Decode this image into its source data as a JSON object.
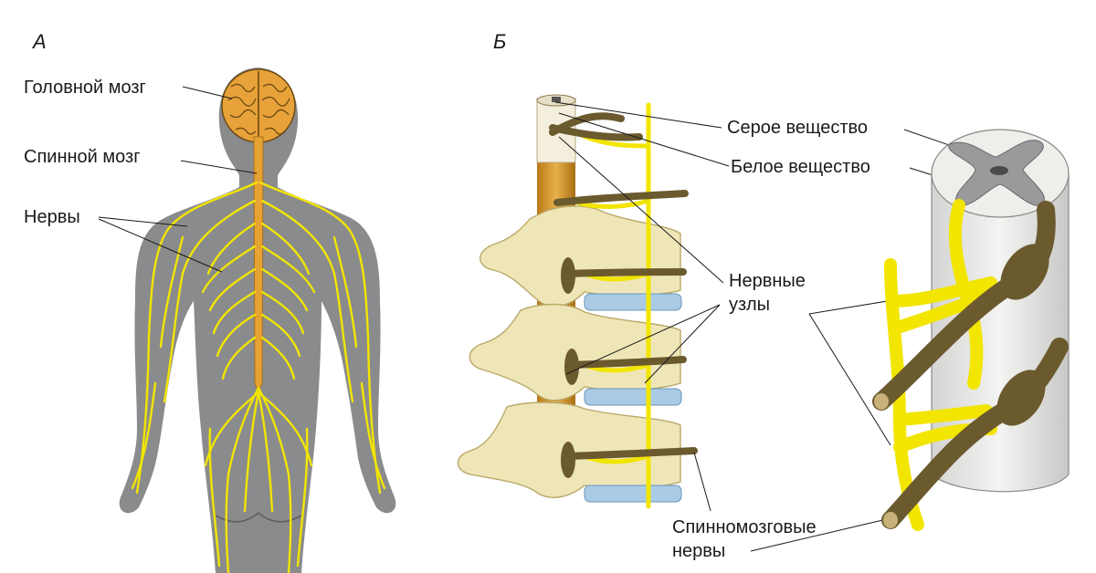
{
  "panels": {
    "a": "А",
    "b": "Б"
  },
  "labels": {
    "brain": "Головной мозг",
    "spinal_cord": "Спинной мозг",
    "nerves": "Нервы",
    "gray_matter": "Серое вещество",
    "white_matter": "Белое вещество",
    "ganglia_line1": "Нервные",
    "ganglia_line2": "узлы",
    "spinal_nerves_line1": "Спинномозговые",
    "spinal_nerves_line2": "нервы"
  },
  "colors": {
    "body": "#8a8b8d",
    "nerve": "#f2e500",
    "cord": "#e6a233",
    "brain": "#e8a23a",
    "bone": "#efe6b8",
    "disc": "#aacbe6",
    "ganglion": "#6b5a2e",
    "gray_matter": "#9a9a9c",
    "white_matter": "#eeeeea"
  }
}
